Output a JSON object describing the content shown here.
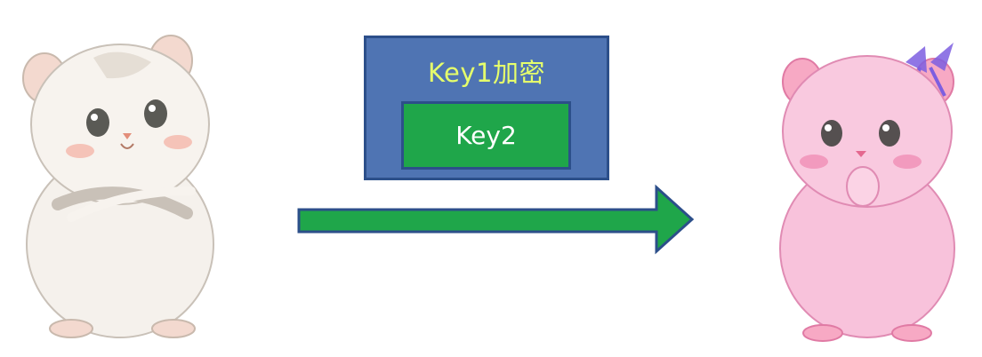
{
  "outer_box": {
    "label": "Key1加密",
    "fill": "#4f74b3",
    "border": "#2c4f8a",
    "text_color": "#e6ff6b"
  },
  "inner_box": {
    "label": "Key2",
    "fill": "#1fa64a",
    "text_color": "#ffffff"
  },
  "arrow": {
    "fill": "#1fa64a",
    "stroke": "#2c4f8a",
    "direction": "right"
  },
  "figures": {
    "left": {
      "icon": "hamster-white-icon",
      "color": "#f2ede8"
    },
    "right": {
      "icon": "hamster-pink-icon",
      "color": "#f6b7d6"
    }
  }
}
